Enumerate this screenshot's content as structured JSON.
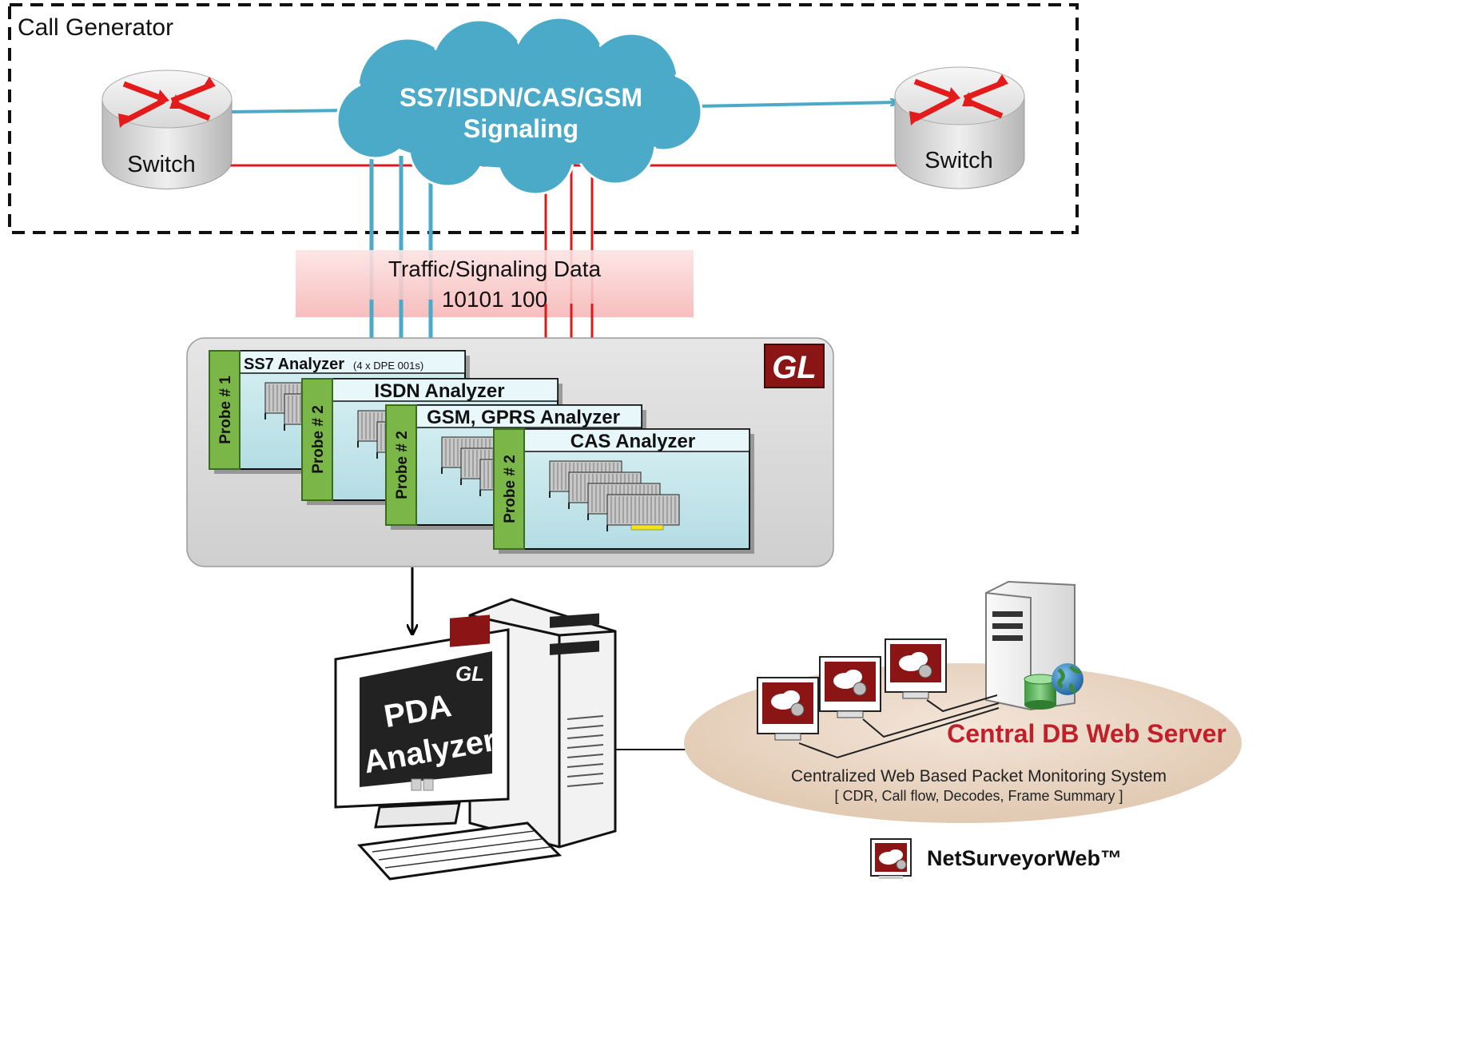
{
  "call_generator": {
    "label": "Call Generator"
  },
  "switch_left": {
    "label": "Switch"
  },
  "switch_right": {
    "label": "Switch"
  },
  "cloud": {
    "line1": "SS7/ISDN/CAS/GSM",
    "line2": "Signaling"
  },
  "traffic_box": {
    "line1": "Traffic/Signaling Data",
    "line2": "10101 100"
  },
  "rack": {
    "logo": "GL",
    "cards": [
      {
        "title": "SS7 Analyzer",
        "subtitle": "(4 x DPE 001s)",
        "probe": "Probe # 1",
        "board_count": 3
      },
      {
        "title": "ISDN Analyzer",
        "subtitle": "",
        "probe": "Probe # 2",
        "board_count": 3
      },
      {
        "title": "GSM, GPRS Analyzer",
        "subtitle": "",
        "probe": "Probe # 2",
        "board_count": 4
      },
      {
        "title": "CAS Analyzer",
        "subtitle": "",
        "probe": "Probe # 2",
        "board_count": 4
      }
    ]
  },
  "pc": {
    "logo": "GL",
    "screen_line1": "PDA",
    "screen_line2": "Analyzer"
  },
  "web_server": {
    "title": "Central DB Web Server",
    "caption1": "Centralized Web Based Packet Monitoring System",
    "caption2": "[ CDR, Call flow, Decodes, Frame Summary ]"
  },
  "brand": {
    "label": "NetSurveyorWeb™"
  },
  "colors": {
    "signal_blue": "#4aaac8",
    "traffic_red": "#e01a1a",
    "probe_green": "#7ab648",
    "card_bg": "#bfe3e8",
    "brand_red": "#c0202a",
    "gl_maroon": "#8b1515"
  }
}
